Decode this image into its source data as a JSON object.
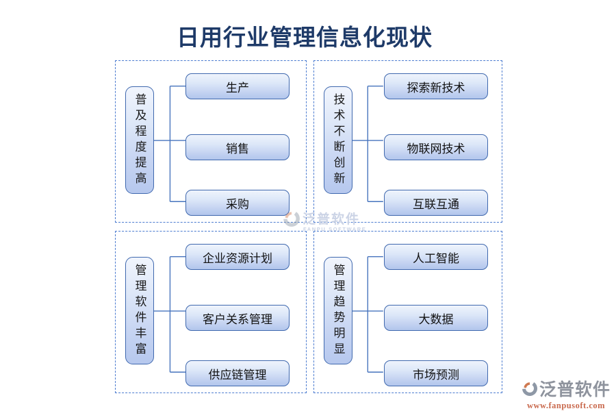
{
  "title": "日用行业管理信息化现状",
  "quadrants": [
    {
      "id": "popularization",
      "label": "普及程度提高",
      "items": [
        "生产",
        "销售",
        "采购"
      ]
    },
    {
      "id": "tech-innovation",
      "label": "技术不断创新",
      "items": [
        "探索新技术",
        "物联网技术",
        "互联互通"
      ]
    },
    {
      "id": "software-abundant",
      "label": "管理软件丰富",
      "items": [
        "企业资源计划",
        "客户关系管理",
        "供应链管理"
      ]
    },
    {
      "id": "trend-obvious",
      "label": "管理趋势明显",
      "items": [
        "人工智能",
        "大数据",
        "市场预测"
      ]
    }
  ],
  "watermark": {
    "icon": "fanpu-logo-icon",
    "brand": "泛普软件",
    "subtext": "FANPU SOFTWARE"
  },
  "footer_logo": {
    "icon": "fanpu-logo-icon",
    "brand": "泛普软件",
    "url": "www.fanpusoft.com"
  },
  "colors": {
    "accent_blue": "#4472C4",
    "node_border": "#3f68ae",
    "node_fill_top": "#eff4fc",
    "node_fill_bottom": "#b2c6ec",
    "title_text": "#1e3a68",
    "watermark_text": "#ccd4e6",
    "logo_text_gray": "#8e939d",
    "logo_url_orange": "#c96a4e",
    "logo_icon_orange": "#cf7a52",
    "logo_icon_gray": "#8e98a6"
  }
}
